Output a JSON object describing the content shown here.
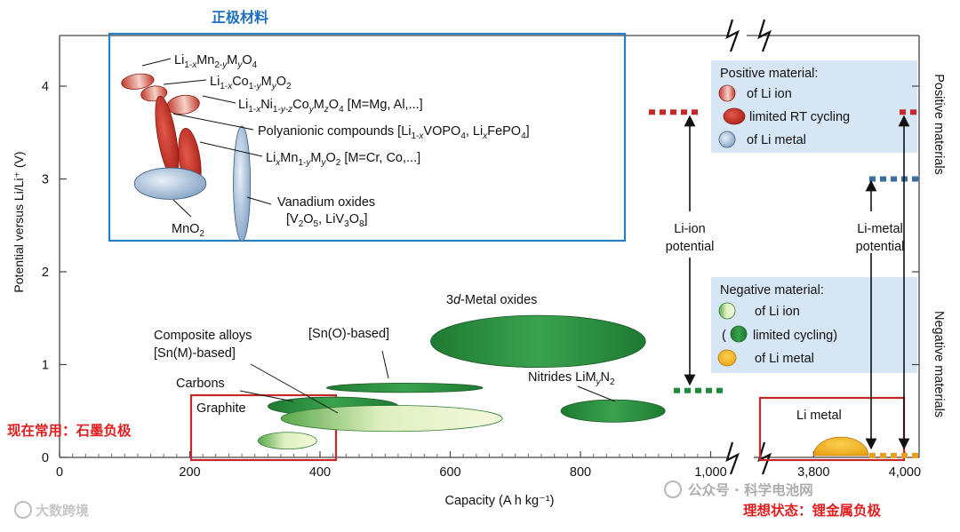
{
  "chart_data": {
    "type": "scatter",
    "xlabel": "Capacity  (A h kg⁻¹)",
    "ylabel": "Potential versus Li/Li⁺ (V)",
    "xlim": [
      0,
      1000
    ],
    "xlim_broken": [
      3700,
      4000
    ],
    "ylim": [
      0,
      4.5
    ],
    "x_ticks": [
      "0",
      "200",
      "400",
      "600",
      "800",
      "1,000"
    ],
    "x_ticks_broken": [
      "3,800",
      "4,000"
    ],
    "y_ticks": [
      "0",
      "1",
      "2",
      "3",
      "4"
    ],
    "right_axis_labels": {
      "top": "Positive materials",
      "bottom": "Negative materials"
    },
    "positive_box_title": "正极材料",
    "positive_regions": [
      {
        "label": "Li1-xMn2-yMyO4",
        "kind": "li-ion",
        "x_center": 120,
        "y_center": 4.05,
        "x_halfwidth": 25,
        "y_halfwidth": 0.08
      },
      {
        "label": "Li1-xCo1-yMyO2",
        "kind": "li-ion",
        "x_center": 145,
        "y_center": 3.92,
        "x_halfwidth": 20,
        "y_halfwidth": 0.08
      },
      {
        "label": "Li1-xNi1-y-zCoyMzO4 [M=Mg, Al,...]",
        "kind": "li-ion",
        "x_center": 190,
        "y_center": 3.8,
        "x_halfwidth": 25,
        "y_halfwidth": 0.1
      },
      {
        "label": "Polyanionic compounds [Li1-xVOPO4, LixFePO4]",
        "kind": "limited-rt",
        "x_center": 165,
        "y_center": 3.45,
        "x_halfwidth": 14,
        "y_halfwidth": 0.45
      },
      {
        "label": "LixMn1-yMyO2 [M=Cr, Co,...]",
        "kind": "limited-rt",
        "x_center": 200,
        "y_center": 3.2,
        "x_halfwidth": 16,
        "y_halfwidth": 0.35
      },
      {
        "label": "MnO2",
        "kind": "li-metal",
        "x_center": 170,
        "y_center": 2.95,
        "x_halfwidth": 55,
        "y_halfwidth": 0.17
      },
      {
        "label": "Vanadium oxides [V2O5, LiV3O8]",
        "kind": "li-metal",
        "x_center": 280,
        "y_center": 2.95,
        "x_halfwidth": 13,
        "y_halfwidth": 0.62
      }
    ],
    "negative_regions": [
      {
        "label": "Graphite",
        "kind": "li-ion",
        "x_center": 350,
        "y_center": 0.18,
        "x_halfwidth": 45,
        "y_halfwidth": 0.09
      },
      {
        "label": "Carbons",
        "kind": "limited",
        "x_center": 420,
        "y_center": 0.55,
        "x_halfwidth": 100,
        "y_halfwidth": 0.1
      },
      {
        "label": "Composite alloys [Sn(M)-based]",
        "kind": "li-ion",
        "x_center": 510,
        "y_center": 0.42,
        "x_halfwidth": 170,
        "y_halfwidth": 0.14
      },
      {
        "label": "[Sn(O)-based]",
        "kind": "limited",
        "x_center": 530,
        "y_center": 0.75,
        "x_halfwidth": 120,
        "y_halfwidth": 0.05
      },
      {
        "label": "3d-Metal oxides",
        "kind": "limited",
        "x_center": 735,
        "y_center": 1.25,
        "x_halfwidth": 165,
        "y_halfwidth": 0.28
      },
      {
        "label": "Nitrides LiMyN2",
        "kind": "limited",
        "x_center": 850,
        "y_center": 0.5,
        "x_halfwidth": 80,
        "y_halfwidth": 0.12
      },
      {
        "label": "Li metal",
        "kind": "li-metal",
        "x_center": 3860,
        "y_center": 0.08,
        "x_halfwidth": 60,
        "y_halfwidth": 0.1
      }
    ],
    "reference_lines": [
      {
        "label": "Positive Li-ion",
        "y": 3.72,
        "color": "#c62828"
      },
      {
        "label": "Positive Li metal",
        "y": 3.0,
        "color": "#3a6e9e"
      },
      {
        "label": "Negative Li-ion",
        "y": 0.72,
        "color": "#1e8a3a"
      },
      {
        "label": "Negative Li metal",
        "y": 0.02,
        "color": "#e8a020"
      }
    ],
    "potential_labels": {
      "li_ion": "Li-ion potential",
      "li_metal": "Li-metal potential"
    },
    "legend_positive": {
      "title": "Positive material:",
      "items": [
        "of Li ion",
        "limited RT cycling",
        "of Li metal"
      ]
    },
    "legend_negative": {
      "title": "Negative material:",
      "items": [
        "of Li ion",
        "limited cycling)",
        "of Li metal"
      ],
      "paren_open": "("
    },
    "annotations": {
      "current_common": "现在常用：石墨负极",
      "ideal_state": "理想状态：锂金属负极"
    },
    "watermarks": {
      "left": "大数跨境",
      "right": "公众号 · 科学电池网"
    },
    "colors": {
      "box_blue": "#2a7fc4",
      "box_red": "#c62828",
      "legend_bg": "#d6e6f4",
      "cn_red": "#e02020",
      "cn_blue": "#1f6fbf"
    }
  }
}
